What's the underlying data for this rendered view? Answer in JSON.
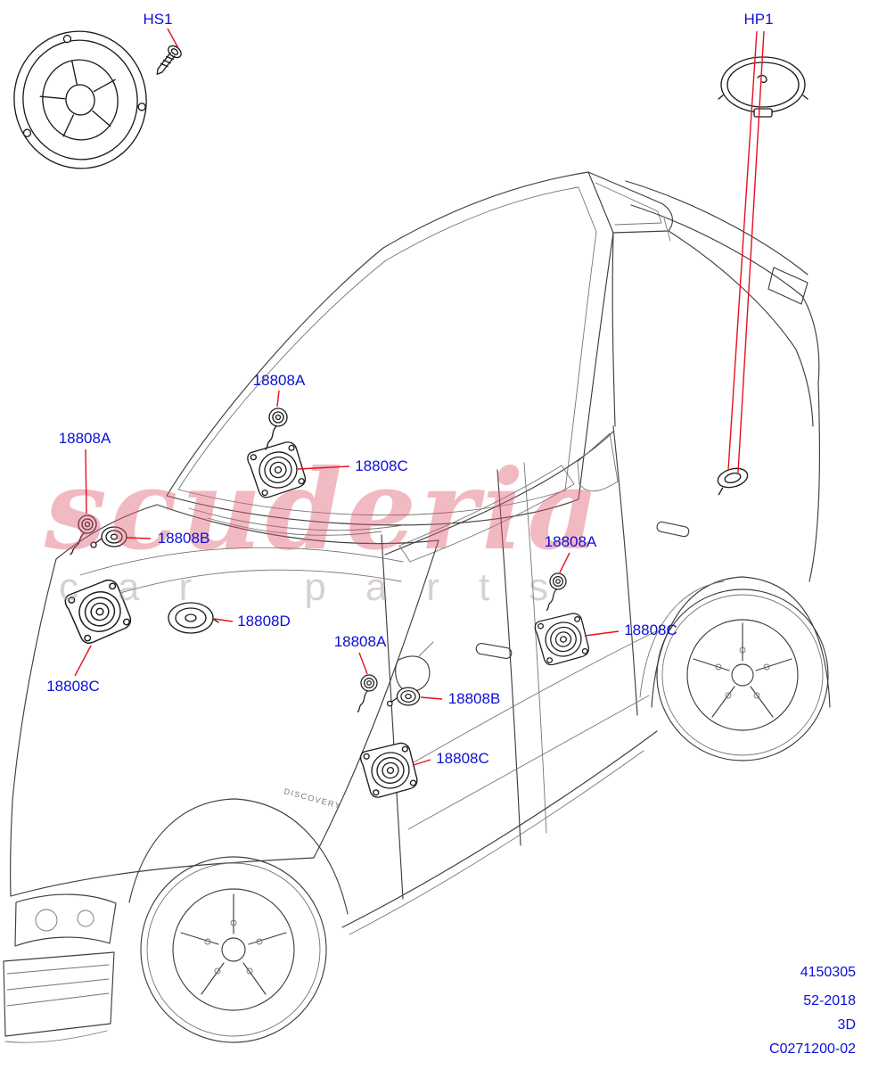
{
  "diagram": {
    "vehicle_badge": "DISCOVERY"
  },
  "callouts": [
    {
      "label": "HS1"
    },
    {
      "label": "HP1"
    },
    {
      "label": "18808A"
    },
    {
      "label": "18808A"
    },
    {
      "label": "18808C"
    },
    {
      "label": "18808B"
    },
    {
      "label": "18808A"
    },
    {
      "label": "18808D"
    },
    {
      "label": "18808C"
    },
    {
      "label": "18808A"
    },
    {
      "label": "18808C"
    },
    {
      "label": "18808B"
    },
    {
      "label": "18808C"
    }
  ],
  "watermark": {
    "brand": "scuderia",
    "tagline": "car parts"
  },
  "footer": {
    "lines": [
      "4150305",
      "52-2018",
      "3D",
      "C0271200-02"
    ]
  },
  "colors": {
    "label_blue": "#0b10d6",
    "leader_red": "#e8101c",
    "line_art": "#3f3f3f",
    "part_ink": "#1c1c1c",
    "watermark_pink": "#e05a6e",
    "watermark_gray": "#a89ba0"
  }
}
